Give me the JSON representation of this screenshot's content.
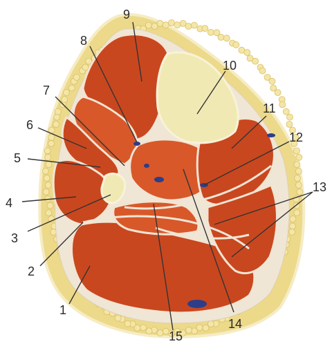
{
  "labels": {
    "l1": "1",
    "l2": "2",
    "l3": "3",
    "l4": "4",
    "l5": "5",
    "l6": "6",
    "l7": "7",
    "l8": "8",
    "l9": "9",
    "l10": "10",
    "l11": "11",
    "l12": "12",
    "l13": "13",
    "l14": "14",
    "l15": "15"
  },
  "colors": {
    "fat": "#ecd98a",
    "fat_lobule": "#f4e6a6",
    "skin": "#f6ecc4",
    "muscle": "#c9471f",
    "muscle_light": "#d8582a",
    "bone": "#f1e9b4",
    "nerve": "#2c3d8a",
    "fascia": "#efe6d6",
    "line": "#333333"
  }
}
